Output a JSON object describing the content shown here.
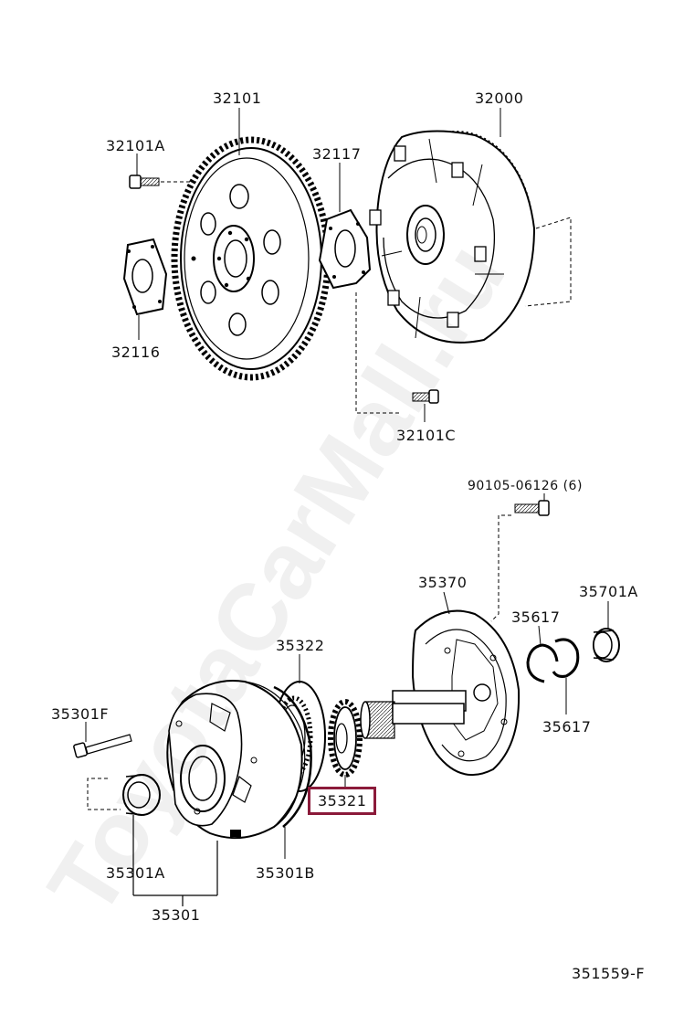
{
  "diagram_id": "351559-F",
  "watermark": "ToyotaCarMall.ru",
  "highlight_color": "#8b1a3a",
  "parts": {
    "p32101": "32101",
    "p32101A": "32101A",
    "p32117": "32117",
    "p32000": "32000",
    "p32116": "32116",
    "p32101C": "32101C",
    "p90105": "90105-06126 (6)",
    "p35370": "35370",
    "p35701A": "35701A",
    "p35322": "35322",
    "p35617a": "35617",
    "p35617b": "35617",
    "p35301F": "35301F",
    "p35321": "35321",
    "p35301A": "35301A",
    "p35301B": "35301B",
    "p35301": "35301"
  }
}
